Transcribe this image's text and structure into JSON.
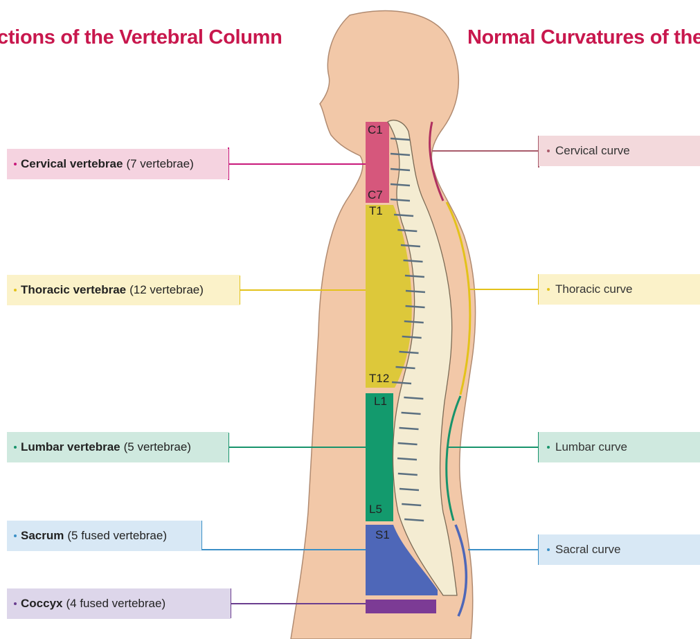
{
  "titles": {
    "left": "ctions of the Vertebral Column",
    "right": "Normal Curvatures of the"
  },
  "segment_markers": {
    "c1": "C1",
    "c7": "C7",
    "t1": "T1",
    "t12": "T12",
    "l1": "L1",
    "l5": "L5",
    "s1": "S1"
  },
  "regions": [
    {
      "name": "Cervical vertebrae",
      "detail": "(7 vertebrae)",
      "color": "#c8187a",
      "bg": "#f5d3e0"
    },
    {
      "name": "Thoracic vertebrae",
      "detail": "(12 vertebrae)",
      "color": "#e3c21a",
      "bg": "#fbf2c9"
    },
    {
      "name": "Lumbar vertebrae",
      "detail": "(5 vertebrae)",
      "color": "#17936b",
      "bg": "#cfe9df"
    },
    {
      "name": "Sacrum",
      "detail": "(5 fused vertebrae)",
      "color": "#3a8fc6",
      "bg": "#d8e8f5"
    },
    {
      "name": "Coccyx",
      "detail": "(4 fused vertebrae)",
      "color": "#6a3d8f",
      "bg": "#ddd6ea"
    }
  ],
  "curves": [
    {
      "name": "Cervical curve",
      "color": "#a85a6a",
      "bg": "#f3d9dc"
    },
    {
      "name": "Thoracic curve",
      "color": "#e3c21a",
      "bg": "#fbf2c9"
    },
    {
      "name": "Lumbar curve",
      "color": "#17936b",
      "bg": "#cfe9df"
    },
    {
      "name": "Sacral curve",
      "color": "#3a8fc6",
      "bg": "#d8e8f5"
    }
  ],
  "colors": {
    "skin": "#f2c8a8",
    "skin_outline": "#b08a70",
    "bone": "#f4ecd2",
    "cervical_block": "#d6577c",
    "thoracic_block": "#ddc83a",
    "lumbar_block": "#139a6d",
    "sacrum_block": "#4e67b8",
    "coccyx_block": "#7c3b95"
  }
}
